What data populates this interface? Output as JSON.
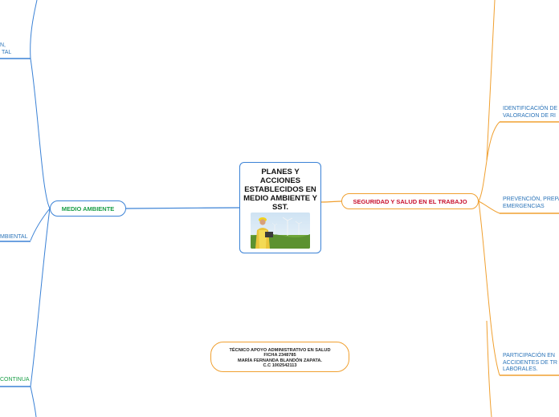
{
  "central": {
    "title": "PLANES Y ACCIONES ESTABLECIDOS EN MEDIO AMBIENTE Y SST.",
    "image_icon": "engineer-wind-turbines-photo"
  },
  "medio_ambiente": {
    "label": "MEDIO AMBIENTE",
    "children": [
      {
        "line1": "N,",
        "line2": "TAL"
      },
      {
        "line1": "MBIENTAL"
      },
      {
        "line1": "CONTINUA"
      }
    ]
  },
  "sst": {
    "label": "SEGURIDAD Y SALUD EN EL TRABAJO",
    "children": [
      {
        "line1": "IDENTIFICACIÓN DE",
        "line2": "VALORACION DE RI"
      },
      {
        "line1": "PREVENCIÓN, PREPA",
        "line2": "EMERGENCIAS"
      },
      {
        "line1": "PARTICIPACIÓN EN",
        "line2": "ACCIDENTES DE TR",
        "line3": "LABORALES."
      }
    ]
  },
  "credits": {
    "line1": "TÉCNICO APOYO ADMINISTRATIVO EN SALUD",
    "line2": "FICHA 2348785",
    "line3": "MARÍA FERNANDA BLANDÓN ZAPATA.",
    "line4": "C.C 1002542113"
  },
  "colors": {
    "blue_branch": "#3b82d6",
    "orange_branch": "#f0a030",
    "green_text": "#1a9e47",
    "red_text": "#c8102e",
    "leaf_text": "#2b74b9"
  }
}
